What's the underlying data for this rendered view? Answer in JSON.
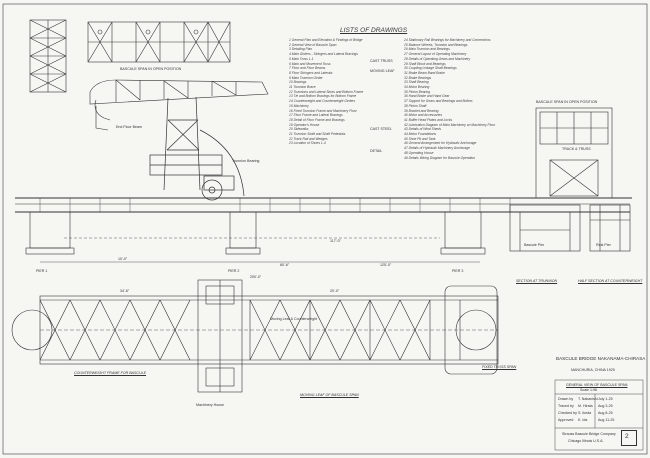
{
  "title": "BASCULE BRIDGE NAKANAMA-CHIRASA",
  "subtitle": "MANCHURIA, CHINA 1925",
  "sheet_title": "GENERAL VIEW OF BASCULE SPAN",
  "sheet_no": "2",
  "list_heading": "LISTS OF DRAWINGS",
  "views": {
    "elevation_open": "BASCULE SPAN IN OPEN POSITION",
    "plan_cw": "COUNTERWEIGHT FRAME FOR BASCULE",
    "plan_moving": "MOVING LEAF OF BASCULE SPAN",
    "plan_fixed": "FIXED TRUSS SPAN",
    "sec_trunnion": "SECTION AT TRUNNION",
    "half_sec_cw": "HALF SECTION AT COUNTERWEIGHT",
    "end_view": "BASCULE SPAN IN OPEN POSITION",
    "track": "TRACK & TRUSS",
    "pier_a": "PIER 1",
    "pier_b": "PIER 2",
    "pier_c": "PIER 3"
  },
  "list_left": [
    "1  General Plan and Elevation & Findings of Bridge",
    "2  General View of Bascule Span",
    "3  Detailing Plan",
    "4  Main Girders - Stringers and Lateral Bracings",
    "5  Main Truss L-1",
    "6  Main and Movement Truss",
    "7  Floor and Floor Beams",
    "8  Floor Stringers and Laterals",
    "9  Main Trunnion Girder",
    "10 Bracings",
    "11 Trunnion Brace",
    "12 Trunnions and Lateral Struts and Bottom Frame",
    "13 Tie and Bottom Bracings for Bottom Frame",
    "14 Counterweight and Counterweight Girders",
    "15 Machinery",
    "16 Fixed Trunnion Frame and Machinery Floor",
    "17 Floor Frame and Lateral Bracings",
    "18 Detail of Floor Frame and Bracings",
    "19 Operator's House",
    "20 Sidewalks",
    "21 Trunnion Shaft and Shaft Pedestals",
    "22 Track Rail and Wedges",
    "23 Location of Shoes L-4"
  ],
  "list_left_tags": [
    "CAST TRUSS",
    "MOVING LEAF",
    "CAST STEEL",
    "DETAIL"
  ],
  "list_right": [
    "24 Stationary Rail Bearings for Machinery and Connections",
    "25 Balance Wheels, Trunnion and Bearings",
    "26 Main Trunnion and Bearings",
    "27 General Layout of Operating Machinery",
    "28 Details of Operating Gears and Machinery",
    "29   Shaft Block and Bearings",
    "30   Coupling Linkage Shaft Bearings",
    "31   Brake Beam Band Brake",
    "32   Brake Bearings",
    "33   Shaft Bearing",
    "34   Motor Bearing",
    "35   Pinion Bearing",
    "36   Hand Brake and Hand Gear",
    "37   Support for Gears and Bearings and Bollers",
    "38   Pinion Shaft",
    "39   Bracket and Bearing",
    "40   Motor and Accessories",
    "41   Buffer Head Plates and Locks",
    "42 Lubrication Diagram of Main Machinery on Machinery Floor",
    "43 Details of Wind Sheds",
    "44   Motor Foundations",
    "45 Shoe Pit and Tank",
    "46 General Arrangement for Hydraulic Anchorage",
    "47 Details of Hydraulic Machinery Anchorage",
    "48   Operating House",
    "49 Details Wiring Diagram for Bascule Operation"
  ],
  "signatures": [
    {
      "role": "Drawn by",
      "name": "T. Nakanishi",
      "date": "July 1-25"
    },
    {
      "role": "Traced by",
      "name": "M. Hirata",
      "date": "Aug 3-25"
    },
    {
      "role": "Checked by",
      "name": "S. Ikeda",
      "date": "Aug 8-25"
    },
    {
      "role": "Approved",
      "name": "K. Ida",
      "date": "Aug 11-25"
    }
  ],
  "scale": "Scale 1:96",
  "company": "Strauss Bascule Bridge Company",
  "company_city": "Chicago Illinois U.S.A.",
  "dims": [
    "10'-0\"",
    "117'-0\"",
    "60'-6\"",
    "125'-0\"",
    "34'-6\"",
    "20'-0\"",
    "200'-0\""
  ],
  "notes": [
    "Moving Leaf & Counterweight",
    "Machinery House",
    "Trunnion Bearing",
    "End Floor Beam",
    "Bascule Pier",
    "Rest Pier"
  ],
  "colors": {
    "ink": "#2b2b2b",
    "paper": "#f6f6f3",
    "faint": "#9a9a96"
  }
}
